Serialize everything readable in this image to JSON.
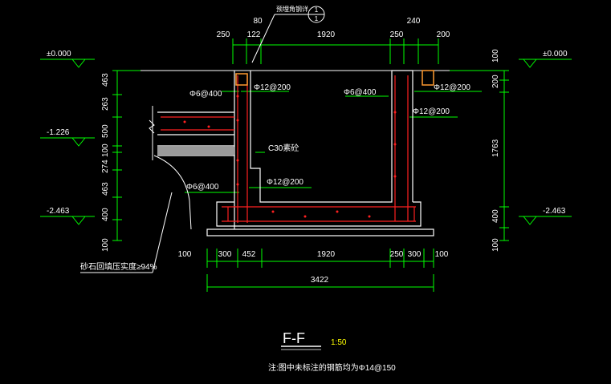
{
  "colors": {
    "background": "#000000",
    "dim": "#00ff00",
    "concrete": "#ffffff",
    "rebar": "#ff2020",
    "label": "#ffffff",
    "accent": "#ffff00",
    "grey": "#9a9a9a"
  },
  "top_dims": {
    "d80": "80",
    "d240": "240",
    "d250a": "250",
    "d122": "122",
    "d1920": "1920",
    "d250b": "250",
    "d200": "200"
  },
  "top_callout": {
    "label": "预埋角钢详",
    "circle_top": "1",
    "circle_bottom": "1"
  },
  "left_levels": {
    "zero": "±0.000",
    "mid": "-1.226",
    "bottom": "-2.463"
  },
  "right_levels": {
    "zero": "±0.000",
    "bottom": "-2.463"
  },
  "left_dims": {
    "d463a": "463",
    "d263": "263",
    "d500": "500",
    "d100a": "100",
    "d274": "274",
    "d463b": "463",
    "d400": "400",
    "d100b": "100"
  },
  "right_dims": {
    "d100": "100",
    "d200": "200",
    "d1763": "1763",
    "d400": "400",
    "d100b": "100"
  },
  "rebar_labels": {
    "l_phi6_top": "Φ6@400",
    "l_phi12_top": "Φ12@200",
    "r_phi6": "Φ6@400",
    "r_phi12a": "Φ12@200",
    "r_phi12b": "Φ12@200",
    "l_phi12_mid": "Φ12@200",
    "l_phi6_bottom": "Φ6@400",
    "concrete": "C30素砼"
  },
  "backfill_note": "砂石回填压实度≥94%",
  "bottom_dims": {
    "d100a": "100",
    "d300a": "300",
    "d452": "452",
    "d1920": "1920",
    "d250": "250",
    "d300b": "300",
    "d100b": "100",
    "total": "3422"
  },
  "section": {
    "title": "F-F",
    "scale": "1:50",
    "note": "注:图中未标注的钢筋均为Φ14@150"
  }
}
